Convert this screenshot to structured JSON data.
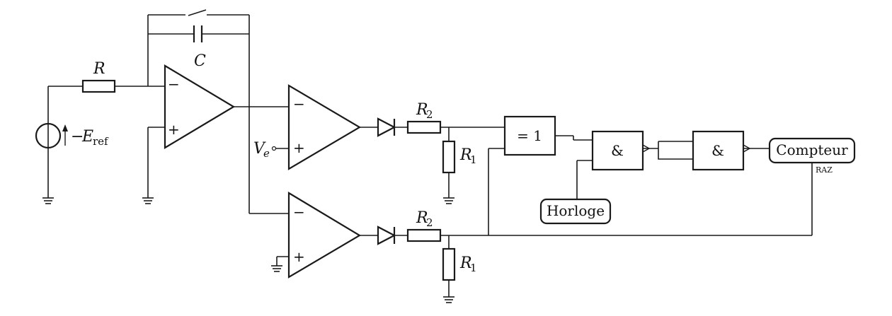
{
  "labels": {
    "resistor_R": "R",
    "capacitor_C": "C",
    "source_sign": "−",
    "source_E": "E",
    "source_sub": "ref",
    "opamp_minus": "−",
    "opamp_plus": "+",
    "input_V": "V",
    "input_sub": "e",
    "r2": "R",
    "r2_sub": "2",
    "r1": "R",
    "r1_sub": "1",
    "xor_gate": "= 1",
    "and_gate": "&",
    "counter": "Compteur",
    "raz": "RAZ",
    "clock": "Horloge"
  }
}
